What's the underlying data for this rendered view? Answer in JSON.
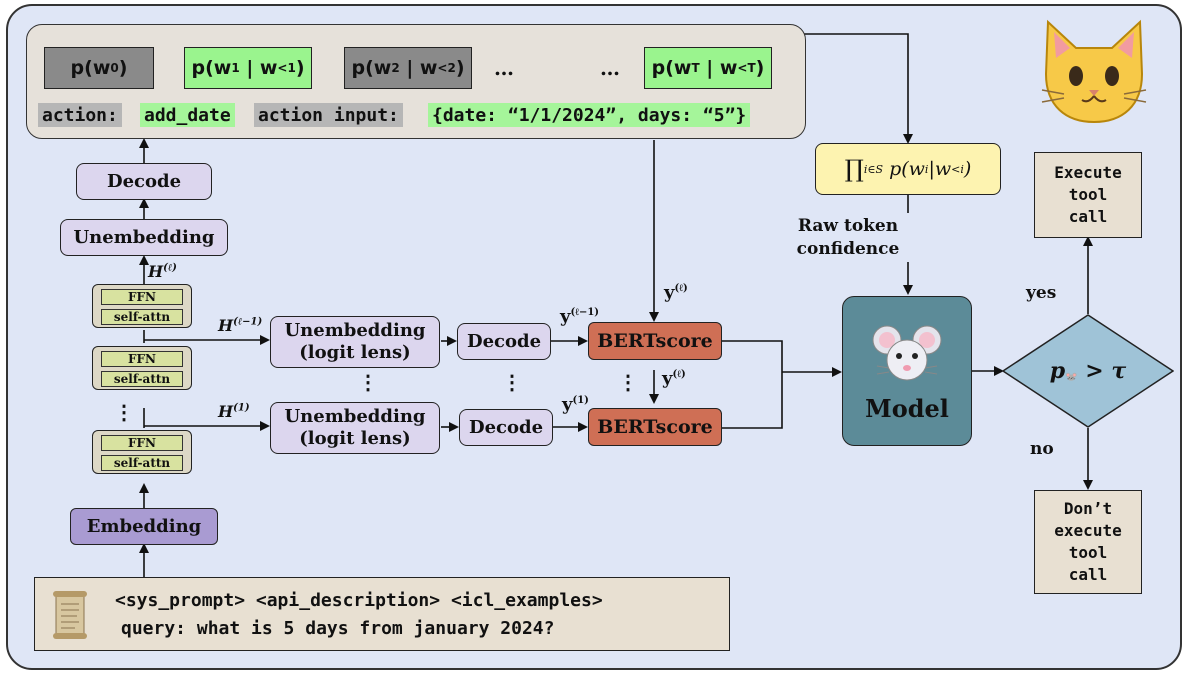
{
  "tokens": {
    "p0": "p(w",
    "p0_sub": "0",
    "p1": "p(w",
    "p1_sub": "1",
    "p1_given": "| w",
    "p1_given_sub": "<1",
    "p2": "p(w",
    "p2_sub": "2",
    "p2_given": "| w",
    "p2_given_sub": "<2",
    "ellipsis": "…",
    "pT": "p(w",
    "pT_sub": "T",
    "pT_given": "| w",
    "pT_given_sub": "<T"
  },
  "action_line": {
    "action_key": "action:",
    "action_value": "add_date",
    "input_key": "action input:",
    "input_value": "{date: “1/1/2024”, days: “5”}"
  },
  "stack": {
    "decode": "Decode",
    "unembedding": "Unembedding",
    "ffn": "FFN",
    "self_attn": "self-attn",
    "embedding": "Embedding",
    "dots": "⋮"
  },
  "lens": {
    "unembed_top": "Unembedding\n(logit lens)",
    "unembed_bottom": "Unembedding\n(logit lens)",
    "decode_top": "Decode",
    "decode_bottom": "Decode",
    "bert_top": "BERTscore",
    "bert_bottom": "BERTscore",
    "dots": "⋮"
  },
  "labels": {
    "H_top": "H",
    "H_top_sup": "(ℓ)",
    "H_mid": "H",
    "H_mid_sup": "(ℓ−1)",
    "H_low": "H",
    "H_low_sup": "(1)",
    "y_top": "y",
    "y_top_sup": "(ℓ−1)",
    "y_right": "y",
    "y_right_sup": "(ℓ)",
    "y_mid": "y",
    "y_mid_sup": "(ℓ)",
    "y_low": "y",
    "y_low_sup": "(1)"
  },
  "product": {
    "prod": "∏",
    "sub": "i∈S",
    "body": "p(w",
    "body_sub": "i",
    "given": "|w",
    "given_sub": "<i",
    "close": ")"
  },
  "raw_conf": "Raw token\nconfidence",
  "model": {
    "label": "Model",
    "icon": "mouse-face-icon",
    "icon_glyph": "🐭"
  },
  "decision": {
    "p": "p",
    "gt": ">",
    "tau": "τ",
    "yes": "yes",
    "no": "no"
  },
  "execute": "Execute\ntool\ncall",
  "dont_execute": "Don’t\nexecute\ntool\ncall",
  "prompt": {
    "line1": "<sys_prompt> <api_description> <icl_examples>",
    "line2": "query: what is 5 days from january 2024?",
    "icon": "scroll-icon"
  },
  "cat_icon": "cat-face-icon",
  "colors": {
    "background": "#dfe6f6",
    "lavender": "#dcd6ee",
    "embedding": "#a99bd2",
    "bertscore": "#cf6f55",
    "model": "#5c8b98",
    "decision": "#9fc3d7",
    "green": "#9af48e",
    "grey": "#8a8a8a",
    "product": "#fdf3b0"
  }
}
